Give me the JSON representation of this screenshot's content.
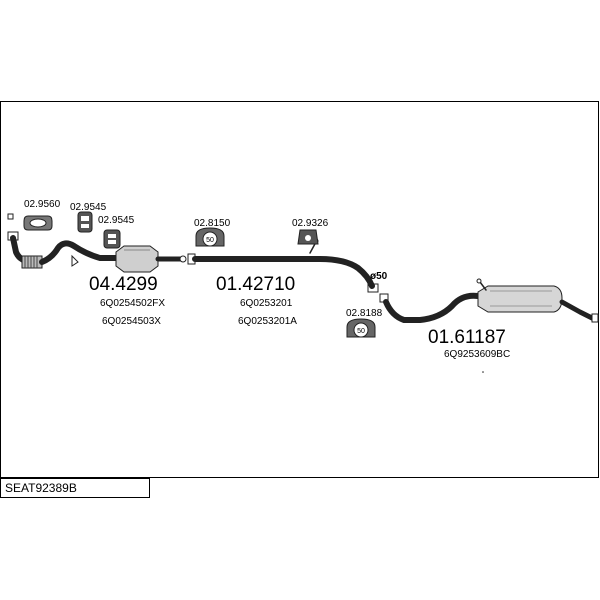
{
  "diagram_code": "SEAT92389B",
  "parts": [
    {
      "number": "04.4299",
      "oem": [
        "6Q0254502FX",
        "6Q0254503X"
      ]
    },
    {
      "number": "01.42710",
      "oem": [
        "6Q0253201",
        "6Q0253201A"
      ]
    },
    {
      "number": "01.61187",
      "oem": [
        "6Q9253609BC"
      ]
    }
  ],
  "accessories": [
    "02.9560",
    "02.9545",
    "02.9545",
    "02.8150",
    "02.9326",
    "02.8188"
  ],
  "diameter_label": "ø50",
  "clamp_badge": "50"
}
